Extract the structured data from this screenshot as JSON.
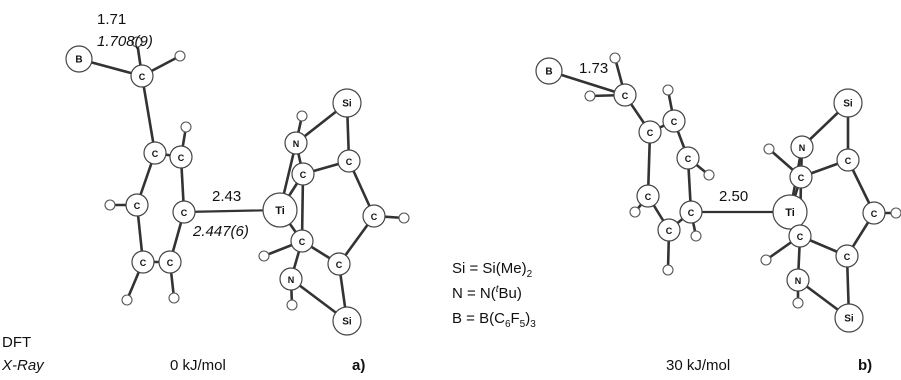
{
  "atoms": {
    "boron": "B",
    "carbon": "C",
    "titanium": "Ti",
    "nitrogen": "N",
    "silicon": "Si"
  },
  "structure_a": {
    "b_c_dft": "1.71",
    "b_c_xray": "1.708(9)",
    "ti_c_dft": "2.43",
    "ti_c_xray": "2.447(6)",
    "energy": "0 kJ/mol",
    "panel": "a)"
  },
  "structure_b": {
    "b_c_dft": "1.73",
    "ti_c_dft": "2.50",
    "energy": "30 kJ/mol",
    "panel": "b)"
  },
  "legend": {
    "si_lhs": "Si = Si(Me)",
    "si_sub": "2",
    "n_lhs": "N = N(",
    "n_sup": "t",
    "n_rhs": "Bu)",
    "b_lhs": "B = B(C",
    "b_sub1": "6",
    "b_mid": "F",
    "b_sub2": "5",
    "b_rhs": ")",
    "b_sub3": "3"
  },
  "method_key": {
    "dft": "DFT",
    "xray": "X-Ray"
  }
}
